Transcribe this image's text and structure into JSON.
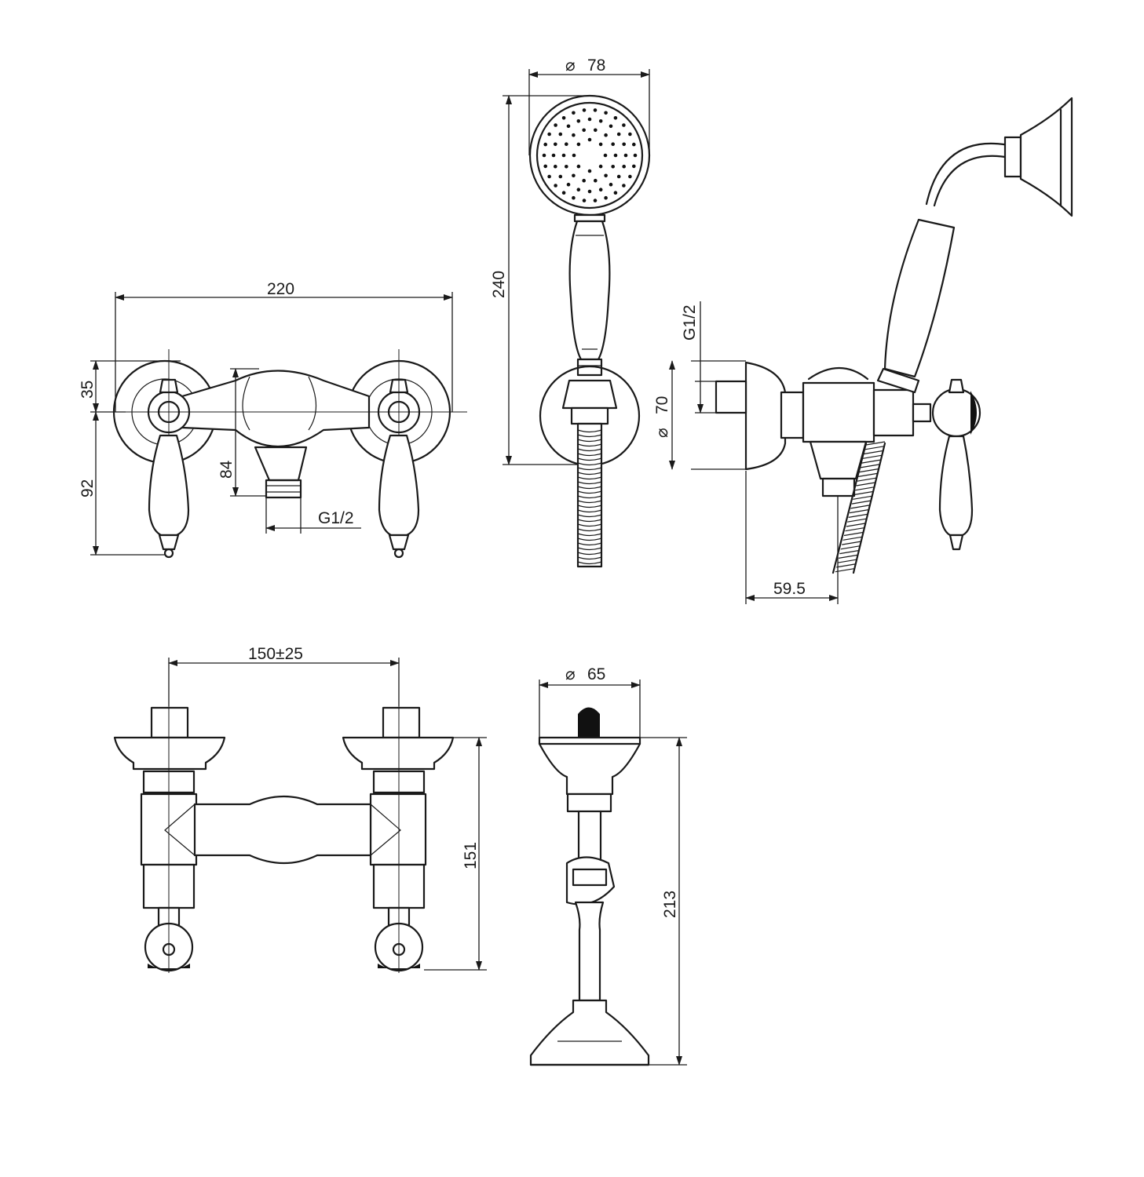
{
  "dimensions": {
    "mixer_width": "220",
    "handle_up": "35",
    "handle_down": "92",
    "spout_drop": "84",
    "spout_thread": "G1/2",
    "head_diameter": "78",
    "shower_length": "240",
    "side_thread": "G1/2",
    "flange_diameter": "70",
    "side_projection": "59.5",
    "centers": "150±25",
    "holder_diameter": "65",
    "rear_height": "151",
    "holder_height": "213"
  },
  "symbols": {
    "diameter": "⌀"
  }
}
